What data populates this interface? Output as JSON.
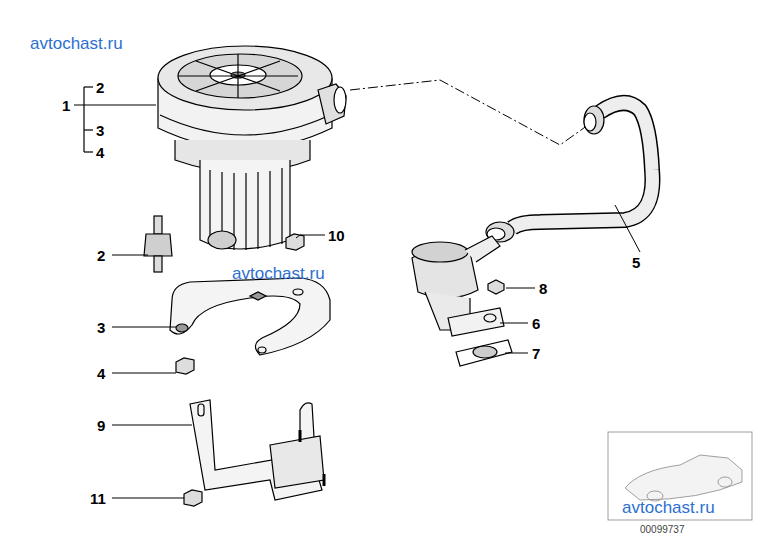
{
  "diagram": {
    "labels": [
      "avtochast.ru",
      "2",
      "1",
      "3",
      "4",
      "10",
      "5",
      "avtochast.ru",
      "2",
      "8",
      "3",
      "6",
      "7",
      "4",
      "9",
      "11",
      "avtochast.ru",
      "00099737"
    ]
  }
}
